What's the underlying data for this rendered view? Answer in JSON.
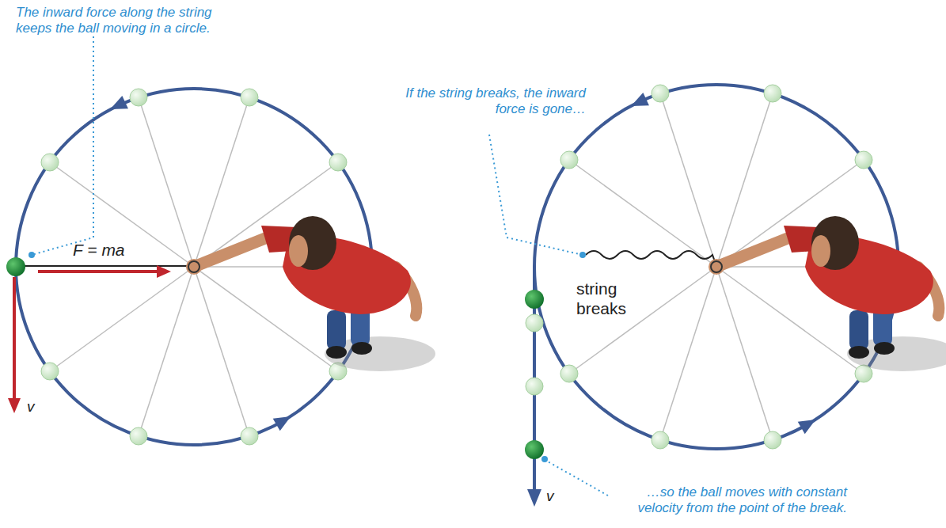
{
  "diagram": {
    "labels": [
      "The inward force along the string keeps the ball moving in a circle.",
      "F = ma",
      "v",
      "If the string breaks, the inward force is gone…",
      "string breaks",
      "v",
      "…so the ball moves with constant velocity from the point of the break."
    ]
  }
}
